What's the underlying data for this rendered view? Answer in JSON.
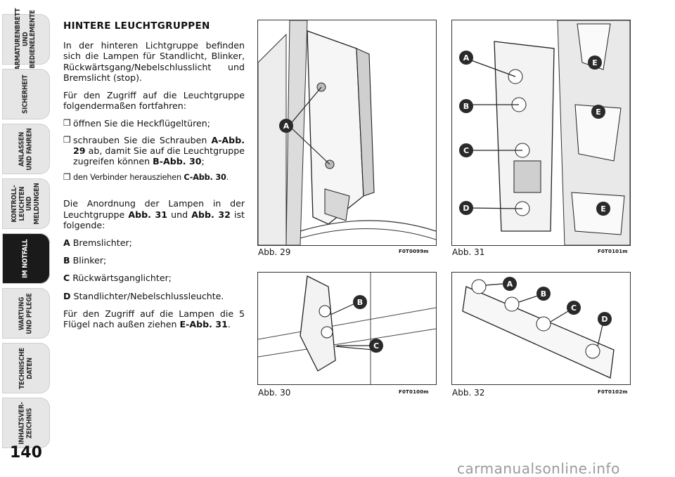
{
  "tabs": [
    "ARMATURENBRETT\nUND\nBEDIENELEMENTE",
    "SICHERHEIT",
    "ANLASSEN\nUND FAHREN",
    "KONTROLL-\nLEUCHTEN UND\nMELDUNGEN",
    "IM NOTFALL",
    "WARTUNG\nUND PFLEGE",
    "TECHNISCHE\nDATEN",
    "INHALTSVER-\nZEICHNIS"
  ],
  "page_number": "140",
  "heading": "HINTERE LEUCHTGRUPPEN",
  "intro": "In der hinteren Lichtgruppe befinden sich die Lampen für Standlicht, Blinker, Rückwärtsgang/Nebelschlusslicht und Bremslicht (stop).",
  "access": "Für den Zugriff auf die Leuchtgruppe folgendermaßen fortfahren:",
  "step_marker": "❒",
  "step1": "öffnen Sie die Heckflügeltüren;",
  "step2_a": "schrauben Sie die Schrauben",
  "step2_ref1": "A-Abb. 29",
  "step2_b": "ab, damit Sie auf die Leuchtgruppe zugreifen können",
  "step2_ref2": "B-Abb. 30",
  "step2_c": ";",
  "step3_a": "den Verbinder herausziehen",
  "step3_ref": "C-Abb. 30",
  "step3_b": ".",
  "arrangement_a": "Die Anordnung der Lampen in der Leuchtgruppe",
  "arrangement_ref1": "Abb. 31",
  "arrangement_und": "und",
  "arrangement_ref2": "Abb. 32",
  "arrangement_b": "ist folgende:",
  "lamps": [
    {
      "letter": "A",
      "text": "Bremslichter;"
    },
    {
      "letter": "B",
      "text": "Blinker;"
    },
    {
      "letter": "C",
      "text": "Rückwärtsganglichter;"
    },
    {
      "letter": "D",
      "text": "Standlichter/Nebelschlussleuchte."
    }
  ],
  "final_a": "Für den Zugriff auf die Lampen die 5 Flügel nach außen ziehen",
  "final_ref": "E-Abb. 31",
  "final_b": ".",
  "figures": [
    {
      "caption": "Abb. 29",
      "code": "F0T0099m"
    },
    {
      "caption": "Abb. 30",
      "code": "F0T0100m"
    },
    {
      "caption": "Abb. 31",
      "code": "F0T0101m"
    },
    {
      "caption": "Abb. 32",
      "code": "F0T0102m"
    }
  ],
  "labels": {
    "A": "A",
    "B": "B",
    "C": "C",
    "D": "D",
    "E": "E"
  },
  "watermark": "carmanualsonline.info"
}
